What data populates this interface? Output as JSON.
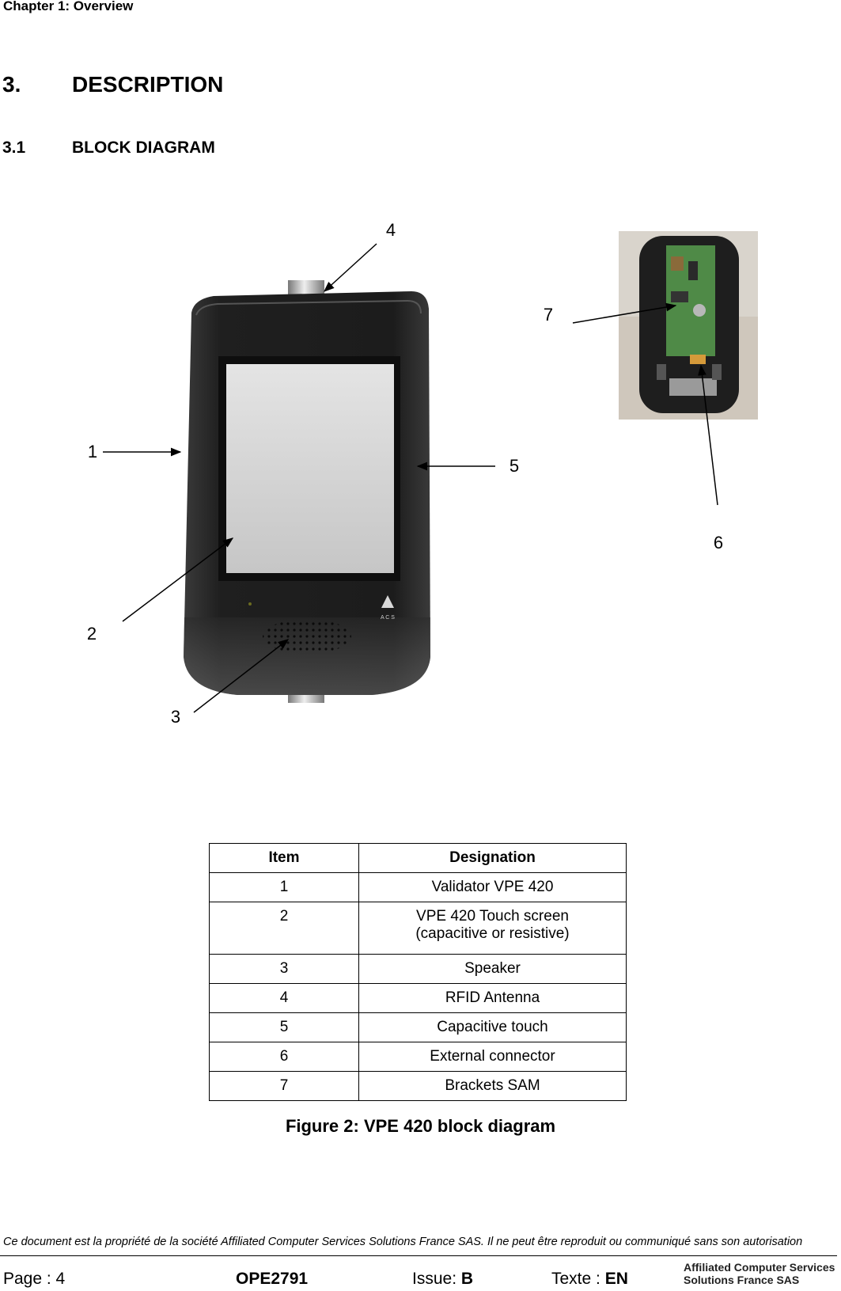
{
  "header": {
    "chapter": "Chapter 1: Overview",
    "section_number": "3.",
    "section_title": "DESCRIPTION",
    "subsection_number": "3.1",
    "subsection_title": "BLOCK DIAGRAM"
  },
  "figure": {
    "callouts": [
      "1",
      "2",
      "3",
      "4",
      "5",
      "6",
      "7"
    ],
    "device_logo_text": "A C S"
  },
  "table": {
    "headers": [
      "Item",
      "Designation"
    ],
    "rows": [
      {
        "item": "1",
        "designation": "Validator VPE 420"
      },
      {
        "item": "2",
        "designation_line1": "VPE 420 Touch screen",
        "designation_line2": "(capacitive or resistive)"
      },
      {
        "item": "3",
        "designation": "Speaker"
      },
      {
        "item": "4",
        "designation": "RFID Antenna"
      },
      {
        "item": "5",
        "designation": "Capacitive touch"
      },
      {
        "item": "6",
        "designation": "External connector"
      },
      {
        "item": "7",
        "designation": "Brackets SAM"
      }
    ]
  },
  "caption": "Figure 2: VPE 420 block diagram",
  "footer": {
    "notice": "Ce document est la propriété de la société Affiliated Computer Services Solutions France SAS. Il ne peut être reproduit ou communiqué sans son autorisation",
    "page_label": "Page : 4",
    "doc_ref": "OPE2791",
    "issue_label": "Issue: ",
    "issue_value": "B",
    "text_label": "Texte : ",
    "text_value": "EN",
    "company_line1": "Affiliated Computer Services",
    "company_line2": "Solutions France SAS"
  }
}
